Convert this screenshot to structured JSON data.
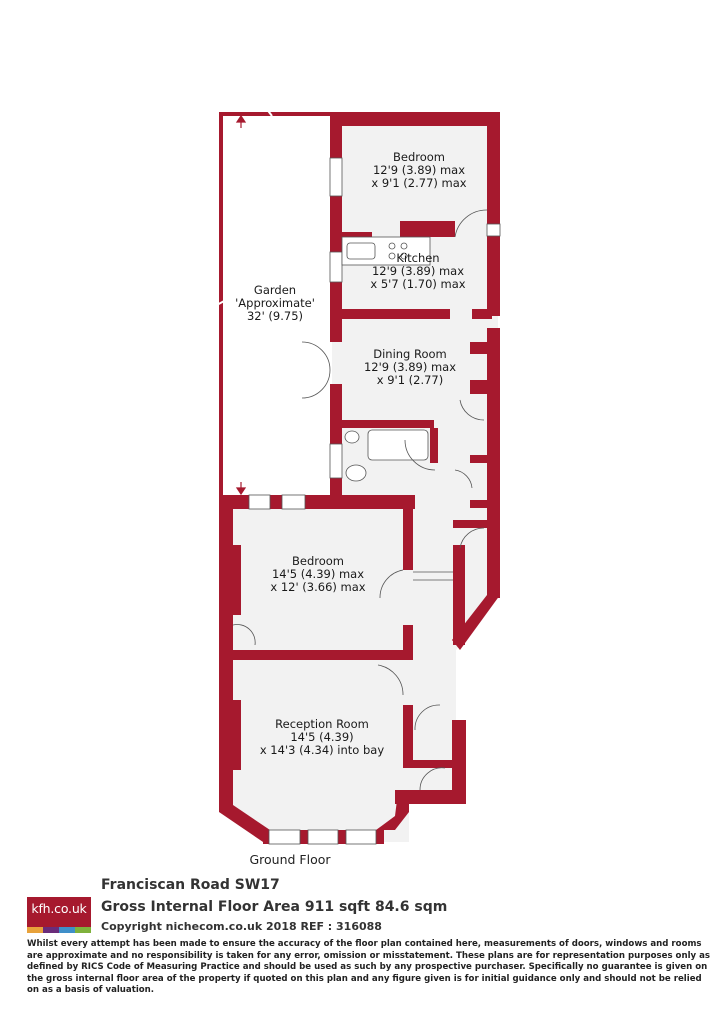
{
  "colors": {
    "wall": "#a6192e",
    "floor": "#f2f2f2",
    "garden": "#ffffff"
  },
  "rooms": [
    {
      "id": "bedroom-1",
      "name": "Bedroom",
      "dims": [
        "12'9 (3.89) max",
        "x 9'1 (2.77) max"
      ]
    },
    {
      "id": "kitchen",
      "name": "Kitchen",
      "dims": [
        "12'9 (3.89) max",
        "x 5'7 (1.70) max"
      ]
    },
    {
      "id": "garden",
      "name": "Garden",
      "dims": [
        "'Approximate'",
        "32' (9.75)"
      ]
    },
    {
      "id": "dining-room",
      "name": "Dining Room",
      "dims": [
        "12'9 (3.89) max",
        "x 9'1 (2.77)"
      ]
    },
    {
      "id": "bedroom-2",
      "name": "Bedroom",
      "dims": [
        "14'5 (4.39) max",
        "x 12' (3.66) max"
      ]
    },
    {
      "id": "reception-room",
      "name": "Reception Room",
      "dims": [
        "14'5 (4.39)",
        "x 14'3 (4.34) into bay"
      ]
    }
  ],
  "floor_label": "Ground Floor",
  "logo": {
    "text": "kfh.co.uk",
    "bar_colors": [
      "#e8a23b",
      "#6a2c7a",
      "#3f8fc9",
      "#7fb13c"
    ]
  },
  "info": {
    "address": "Franciscan Road  SW17",
    "area": "Gross Internal Floor Area 911 sqft 84.6 sqm",
    "copyright": "Copyright nichecom.co.uk 2018 REF : 316088"
  },
  "disclaimer": "Whilst every attempt has been made to ensure the accuracy of the floor plan contained here, measurements of doors, windows and rooms are approximate and no responsibility is taken for any error, omission or misstatement.  These plans are for representation purposes only as defined by RICS Code of Measuring Practice and should be used as such by any prospective purchaser.  Specifically no guarantee is given on the gross internal floor area of the property if quoted on this plan and any figure given is for initial guidance only and should not be relied on as a basis of valuation."
}
